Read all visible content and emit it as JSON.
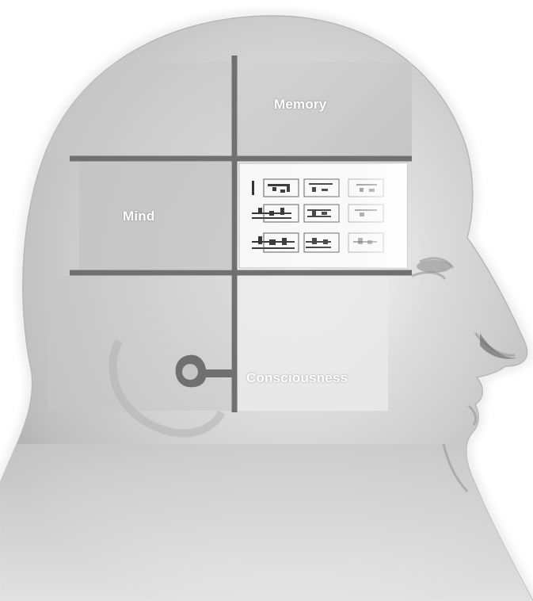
{
  "regions": {
    "memory": "Memory",
    "mind": "Mind",
    "consciousness": "Consciousness"
  },
  "colors": {
    "background": "#ffffff",
    "head_light": "#ededed",
    "head_mid": "#cfcfcf",
    "head_dark": "#9a9a9a",
    "grid_line": "#6e6e6e",
    "label_text": "#ffffff"
  },
  "icons": [
    "head-profile",
    "puzzle-connector",
    "pattern-thumbnail"
  ]
}
